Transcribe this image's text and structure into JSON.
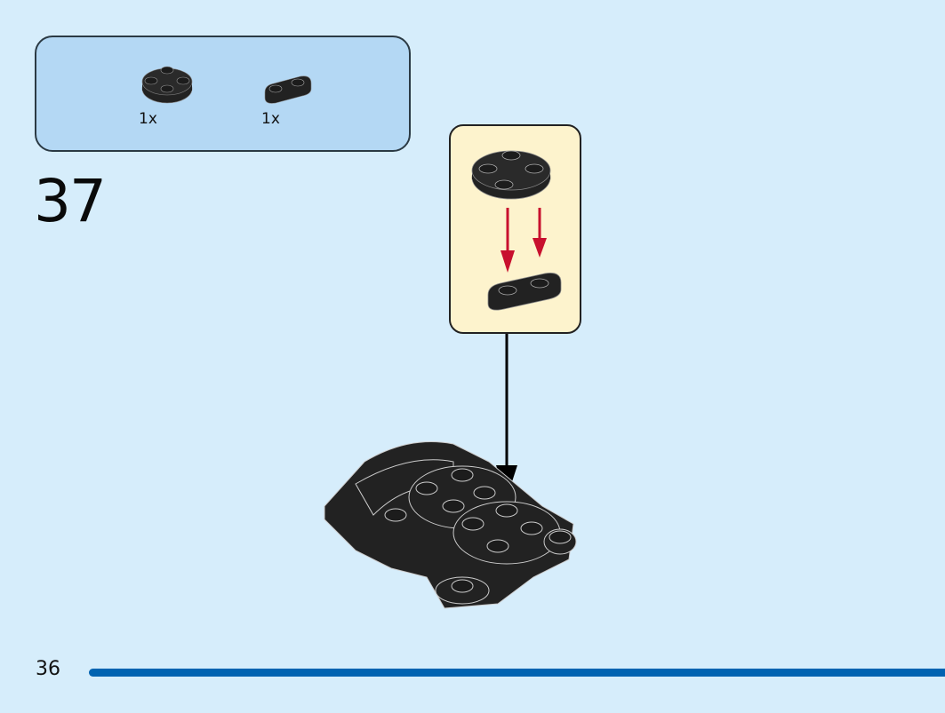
{
  "parts_list": {
    "items": [
      {
        "name": "round-plate-2x2",
        "quantity": "1x",
        "color": "#1f1f1f"
      },
      {
        "name": "plate-1x2-rounded",
        "quantity": "1x",
        "color": "#1f1f1f"
      }
    ]
  },
  "step": {
    "number": "37"
  },
  "page": {
    "number": "36"
  },
  "colors": {
    "background": "#d6edfb",
    "parts_box": "#b4d8f4",
    "callout": "#fdf3cd",
    "arrow_red": "#c8102e",
    "bar": "#0063b1"
  }
}
